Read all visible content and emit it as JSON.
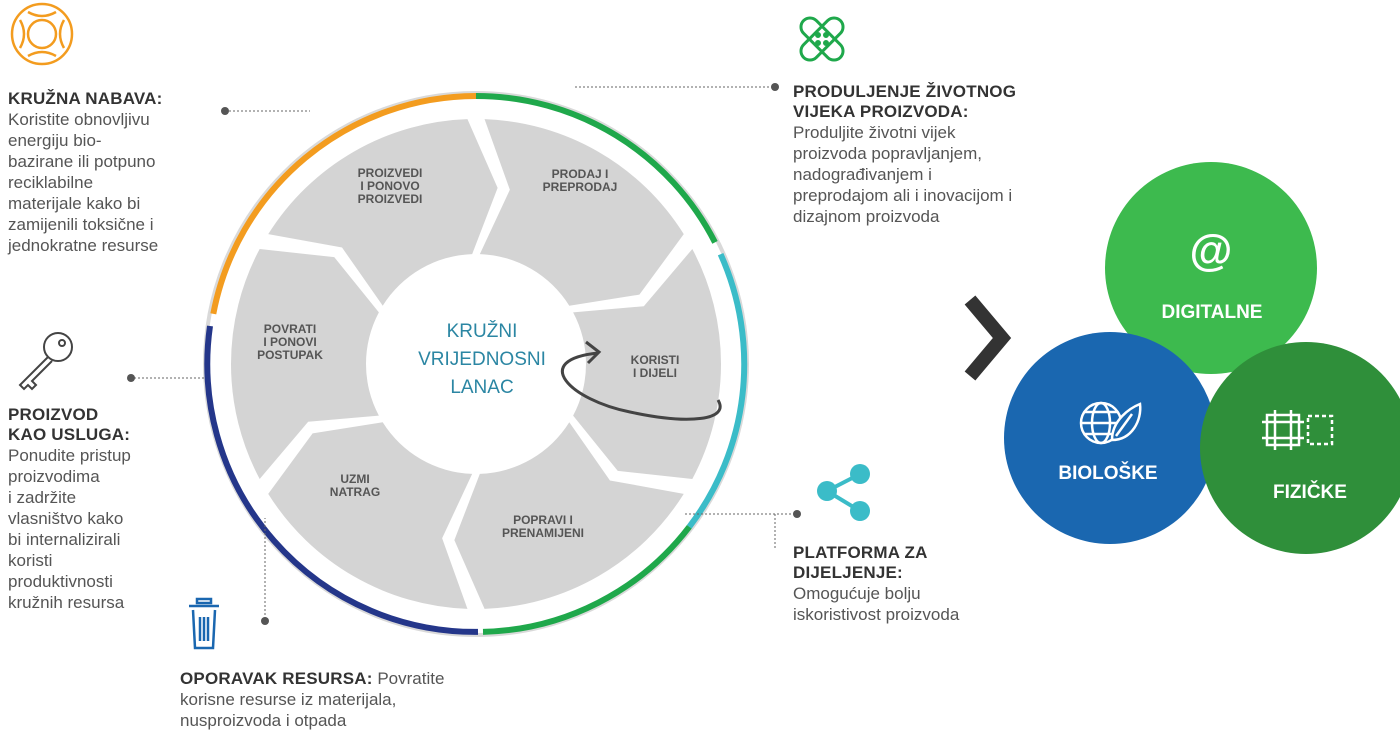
{
  "center_title": "KRUŽNI\nVRIJEDNOSNI\nLANAC",
  "segments": [
    {
      "label": "PROIZVEDI\nI PONOVO\nPROIZVEDI"
    },
    {
      "label": "PRODAJ I\nPREPRODAJ"
    },
    {
      "label": "KORISTI\nI DIJELI"
    },
    {
      "label": "POPRAVI I\nPRENAMIJENI"
    },
    {
      "label": "UZMI\nNATRAG"
    },
    {
      "label": "POVRATI\nI PONOVI\nPOSTUPAK"
    }
  ],
  "callouts": {
    "nabava": {
      "title": "KRUŽNA NABAVA:",
      "text": "Koristite obnovljivu\nenergiju bio-\nbazirane ili potpuno\nreciklabilne\nmaterijale kako bi\nzamijenili toksične i\njednokratne resurse",
      "icon": "lifebuoy-icon"
    },
    "usluga": {
      "title": "PROIZVOD\nKAO USLUGA:",
      "text": "Ponudite pristup\nproizvodima\ni zadržite\nvlasništvo kako\nbi internalizirali\nkoristi\nproduktivnosti\nkružnih resursa",
      "icon": "key-icon"
    },
    "oporavak": {
      "title": "OPORAVAK RESURSA:",
      "text": " Povratite\nkorisne resurse iz materijala,\nnusproizvoda i otpada",
      "icon": "trash-icon"
    },
    "produljenje": {
      "title": "PRODULJENJE ŽIVOTNOG\nVIJEKA PROIZVODA:",
      "text": "Produljite životni vijek\nproizvoda popravljanjem,\nnadograđivanjem i\npreprodajom ali i inovacijom i\ndizajnom proizvoda",
      "icon": "bandage-icon"
    },
    "platforma": {
      "title": "PLATFORMA ZA\nDIJELJENJE:",
      "text": "Omogućuje bolju\niskoristivost  proizvoda",
      "icon": "share-icon"
    }
  },
  "venn": [
    {
      "label": "DIGITALNE",
      "symbol": "@",
      "color": "#3dba4e"
    },
    {
      "label": "BIOLOŠKE",
      "color": "#1a67b0"
    },
    {
      "label": "FIZIČKE",
      "color": "#2f8f3a"
    }
  ],
  "colors": {
    "orange": "#f39c1f",
    "green": "#1fa84b",
    "teal": "#3bbcc8",
    "navy": "#24368a",
    "grey": "#d4d4d4"
  }
}
